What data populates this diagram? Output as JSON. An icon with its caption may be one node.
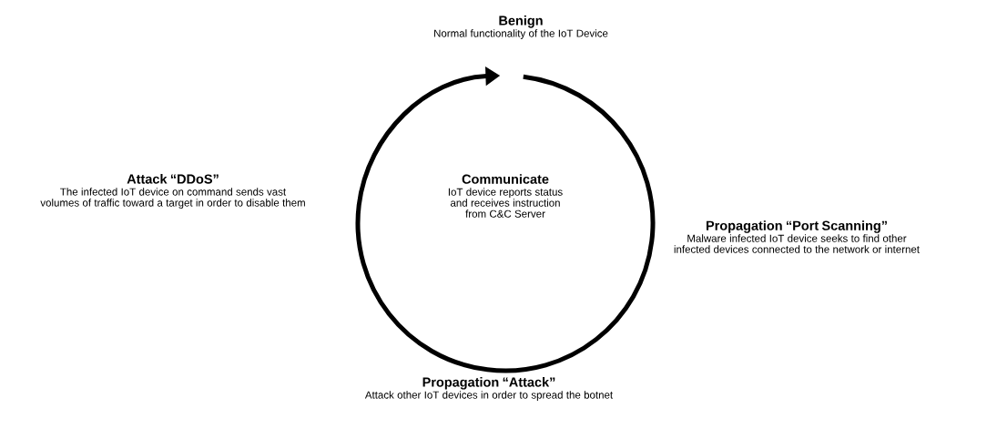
{
  "diagram": {
    "nodes": [
      {
        "text": [
          "Benign",
          "Normal functionality of the IoT Device"
        ]
      },
      {
        "text": [
          "Propagation “Port Scanning”",
          "Malware infected IoT device seeks to find other infected devices connected to the network or internet"
        ]
      },
      {
        "text": [
          "Propagation “Attack”",
          "Attack other IoT devices in order to spread the botnet"
        ]
      },
      {
        "text": [
          "Attack “DDoS”",
          "The infected IoT device on command sends vast volumes of traffic toward a target in order to disable them"
        ]
      },
      {
        "text": [
          "Communicate",
          "IoT device reports status and receives instruction from C&C Server"
        ]
      }
    ]
  }
}
